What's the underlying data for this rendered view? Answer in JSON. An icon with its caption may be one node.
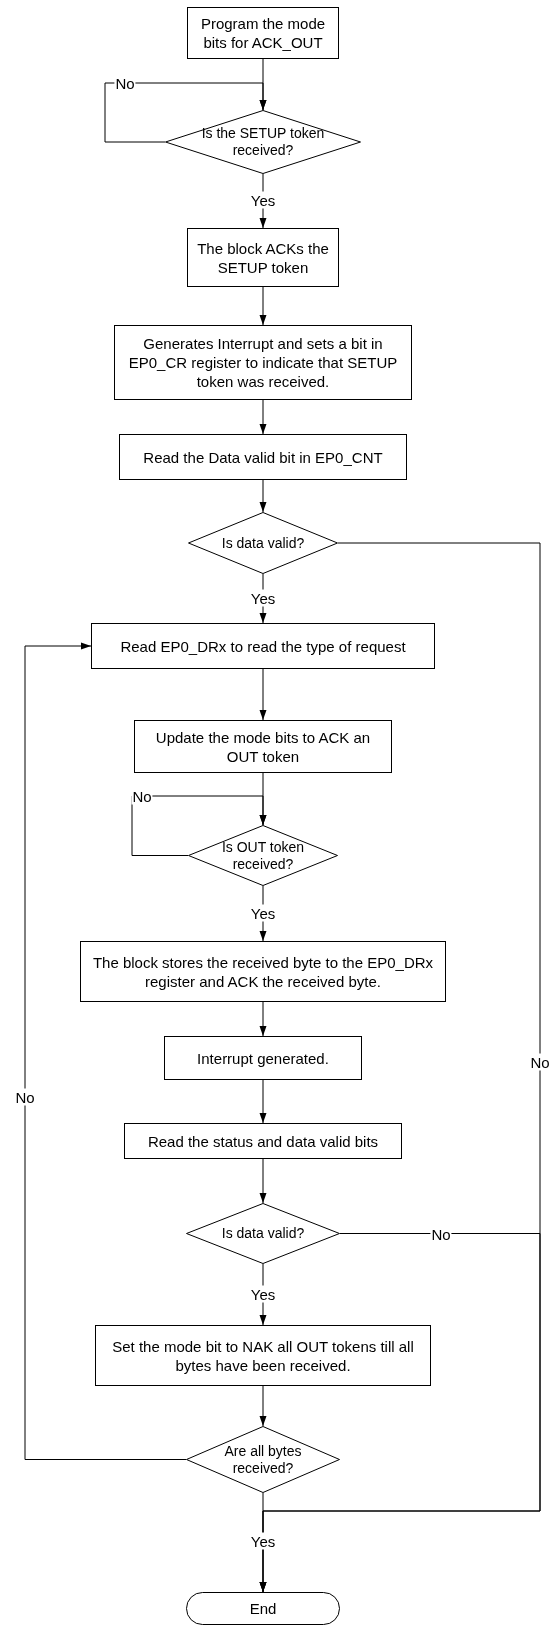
{
  "diagram": {
    "nodes": [
      {
        "text": [
          "Program the mode bits for ACK_OUT"
        ]
      },
      {
        "text": [
          "Is the SETUP token received?"
        ]
      },
      {
        "text": [
          "The block ACKs the SETUP token"
        ]
      },
      {
        "text": [
          "Generates Interrupt and sets a bit in EP0_CR register to indicate that SETUP token was received."
        ]
      },
      {
        "text": [
          "Read the Data valid bit in EP0_CNT"
        ]
      },
      {
        "text": [
          "Is data valid?"
        ]
      },
      {
        "text": [
          "Read EP0_DRx to read the type of request"
        ]
      },
      {
        "text": [
          "Update the mode bits to ACK an OUT token"
        ]
      },
      {
        "text": [
          "Is OUT token received?"
        ]
      },
      {
        "text": [
          "The block stores the received byte to the EP0_DRx register and ACK the received byte."
        ]
      },
      {
        "text": [
          "Interrupt generated."
        ]
      },
      {
        "text": [
          "Read the status and data valid bits"
        ]
      },
      {
        "text": [
          "Is data valid?"
        ]
      },
      {
        "text": [
          "Set the mode bit to NAK all OUT tokens till all bytes have been received."
        ]
      },
      {
        "text": [
          "Are all bytes received?"
        ]
      },
      {
        "text": [
          "End"
        ]
      }
    ],
    "edges": [
      {
        "from": 0,
        "to": 1,
        "arrow": "to"
      },
      {
        "from": 1,
        "to": 1,
        "label": "No",
        "arrow": "to"
      },
      {
        "from": 1,
        "to": 2,
        "label": "Yes",
        "arrow": "to"
      },
      {
        "from": 2,
        "to": 3,
        "arrow": "to"
      },
      {
        "from": 3,
        "to": 4,
        "arrow": "to"
      },
      {
        "from": 4,
        "to": 5,
        "arrow": "to"
      },
      {
        "from": 5,
        "to": 6,
        "label": "Yes",
        "arrow": "to"
      },
      {
        "from": 5,
        "to": 15,
        "label": "No",
        "arrow": "to"
      },
      {
        "from": 6,
        "to": 7,
        "arrow": "to"
      },
      {
        "from": 7,
        "to": 8,
        "arrow": "to"
      },
      {
        "from": 8,
        "to": 8,
        "label": "No",
        "arrow": "to"
      },
      {
        "from": 8,
        "to": 9,
        "label": "Yes",
        "arrow": "to"
      },
      {
        "from": 9,
        "to": 10,
        "arrow": "to"
      },
      {
        "from": 10,
        "to": 11,
        "arrow": "to"
      },
      {
        "from": 11,
        "to": 12,
        "arrow": "to"
      },
      {
        "from": 12,
        "to": 15,
        "label": "No",
        "arrow": "to"
      },
      {
        "from": 12,
        "to": 13,
        "label": "Yes",
        "arrow": "to"
      },
      {
        "from": 13,
        "to": 14,
        "arrow": "to"
      },
      {
        "from": 14,
        "to": 6,
        "label": "No",
        "arrow": "to"
      },
      {
        "from": 14,
        "to": 15,
        "label": "Yes",
        "arrow": "to"
      }
    ]
  }
}
